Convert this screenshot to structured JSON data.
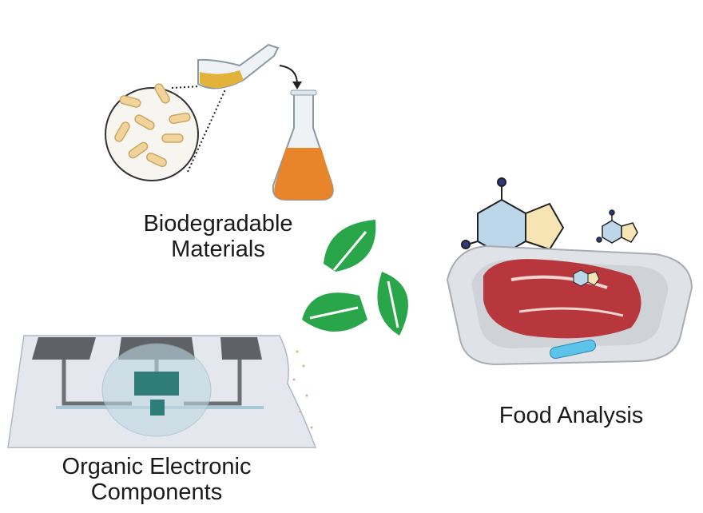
{
  "labels": {
    "biodegradable": [
      "Biodegradable",
      "Materials"
    ],
    "food": "Food Analysis",
    "electronics": [
      "Organic Electronic",
      "Components"
    ]
  },
  "colors": {
    "leaf_green": "#2aa64a",
    "flask_orange": "#e8842a",
    "bacteria": "#f2d49a",
    "molecule_blue": "#bcd6ea",
    "molecule_yellow": "#f6e4b4",
    "meat_red": "#b8373d",
    "sensor_blue": "#5cc4ea",
    "device_teal": "#2f7d78"
  }
}
